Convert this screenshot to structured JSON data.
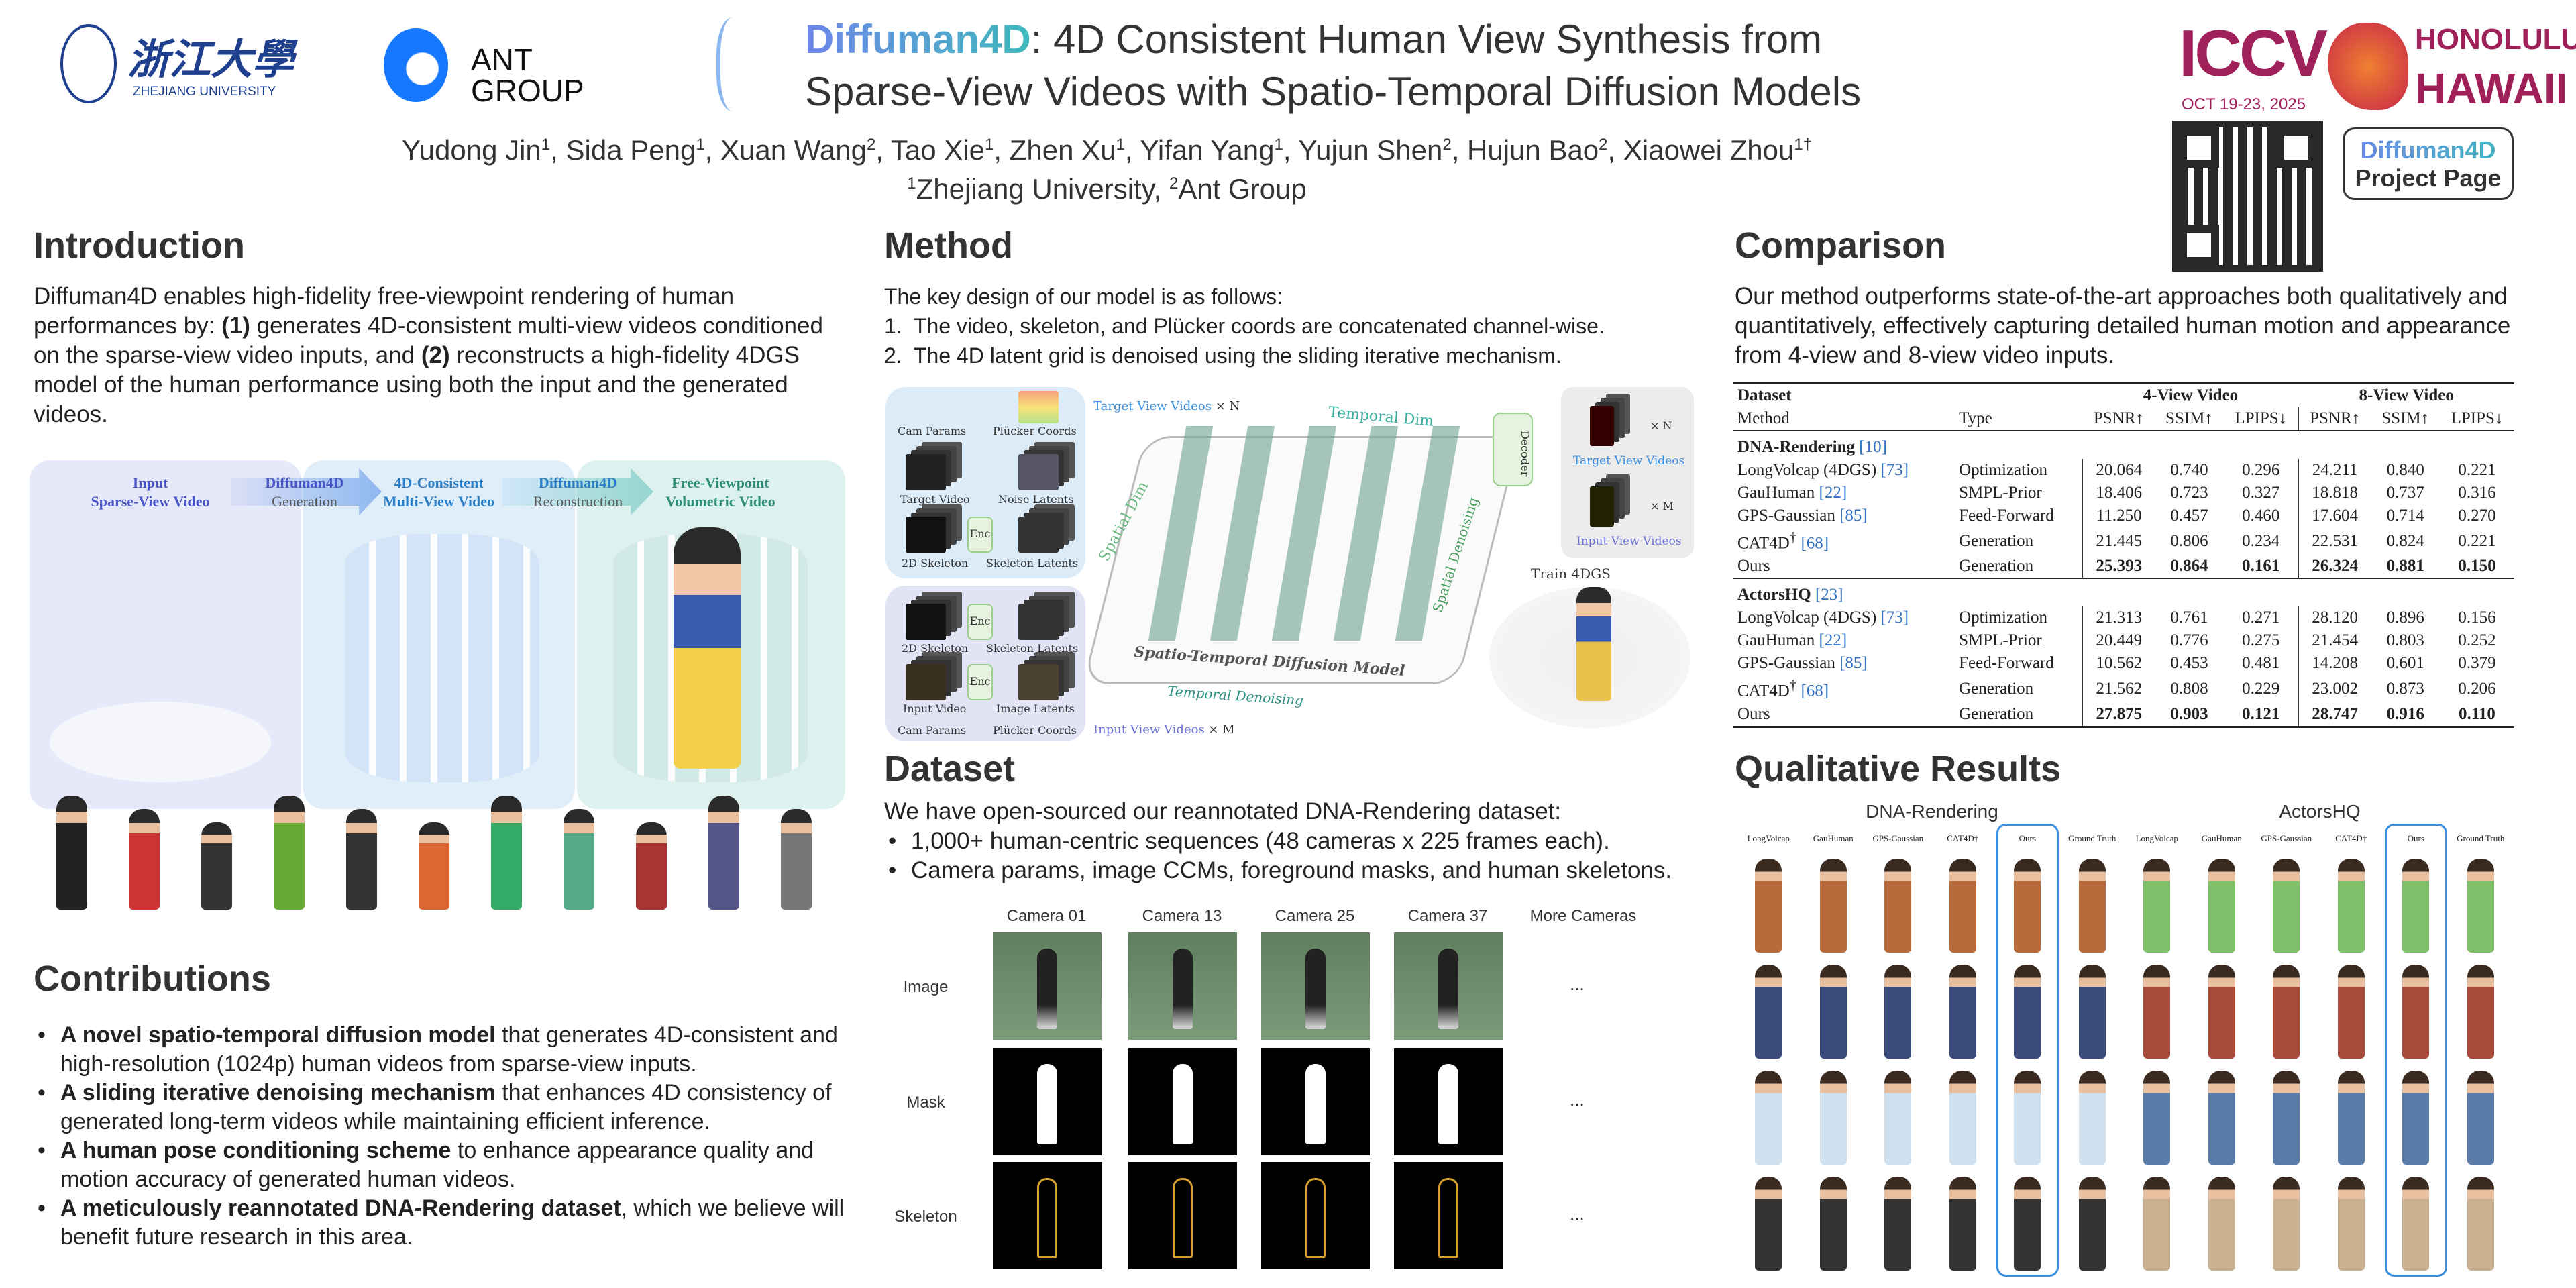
{
  "header": {
    "zju_cn": "浙江大學",
    "zju_en": "ZHEJIANG UNIVERSITY",
    "ant_group": "ANT GROUP",
    "title_brand": "Diffuman4D",
    "title_line1_rest": ": 4D Consistent Human View Synthesis from",
    "title_line2": "Sparse-View Videos with Spatio-Temporal Diffusion Models",
    "authors": [
      {
        "name": "Yudong Jin",
        "sup": "1"
      },
      {
        "name": "Sida Peng",
        "sup": "1"
      },
      {
        "name": "Xuan Wang",
        "sup": "2"
      },
      {
        "name": "Tao Xie",
        "sup": "1"
      },
      {
        "name": "Zhen Xu",
        "sup": "1"
      },
      {
        "name": "Yifan Yang",
        "sup": "1"
      },
      {
        "name": "Yujun Shen",
        "sup": "2"
      },
      {
        "name": "Hujun Bao",
        "sup": "2"
      },
      {
        "name": "Xiaowei Zhou",
        "sup": "1†"
      }
    ],
    "affiliations": [
      {
        "sup": "1",
        "name": "Zhejiang University"
      },
      {
        "sup": "2",
        "name": "Ant Group"
      }
    ],
    "iccv": {
      "name": "ICCV",
      "dates": "OCT 19-23, 2025",
      "city": "HONOLULU",
      "state": "HAWAII"
    },
    "project_page": {
      "brand": "Diffuman4D",
      "label": "Project Page"
    }
  },
  "introduction": {
    "heading": "Introduction",
    "p1": "Diffuman4D enables high-fidelity free-viewpoint rendering of human performances by: ",
    "b1": "(1)",
    "p2": " generates 4D-consistent multi-view videos conditioned on the sparse-view video inputs, and ",
    "b2": "(2)",
    "p3": " reconstructs a high-fidelity 4DGS model of the human performance using both the input and the generated videos.",
    "figure": {
      "stage1": [
        "Input",
        "Sparse-View Video"
      ],
      "arrow1": [
        "Diffuman4D",
        "Generation"
      ],
      "stage2": [
        "4D-Consistent",
        "Multi-View Video"
      ],
      "arrow2": [
        "Diffuman4D",
        "Reconstruction"
      ],
      "stage3": [
        "Free-Viewpoint",
        "Volumetric Video"
      ]
    }
  },
  "contributions": {
    "heading": "Contributions",
    "items": [
      {
        "bold": "A novel spatio-temporal diffusion model",
        "rest": " that generates 4D-consistent and high-resolution (1024p) human videos from sparse-view inputs."
      },
      {
        "bold": "A sliding iterative denoising mechanism",
        "rest": " that enhances 4D consistency of generated long-term videos while maintaining efficient inference."
      },
      {
        "bold": "A human pose conditioning scheme",
        "rest": " to enhance appearance quality and motion accuracy of generated human videos."
      },
      {
        "bold": "A meticulously reannotated DNA-Rendering dataset",
        "rest": ", which we believe will benefit future research in this area."
      }
    ]
  },
  "method": {
    "heading": "Method",
    "intro": "The key design of our model is as follows:",
    "steps": [
      "1.  The video, skeleton, and Plücker coords are concatenated channel-wise.",
      "2.  The 4D latent grid is denoised using the sliding iterative mechanism."
    ],
    "diagram": {
      "cam_params": "Cam Params",
      "plucker": "Plücker Coords",
      "target_video": "Target Video",
      "noise_latents": "Noise Latents",
      "skeleton": "2D Skeleton",
      "skeleton_latents": "Skeleton Latents",
      "input_video": "Input Video",
      "image_latents": "Image Latents",
      "enc": "Enc",
      "target_view_videos": "Target View Videos",
      "input_view_videos": "Input View Videos",
      "times_n": "× N",
      "times_m": "× M",
      "temporal_dim": "Temporal Dim",
      "spatial_dim": "Spatial Dim",
      "decoder": "Decoder",
      "model": "Spatio-Temporal Diffusion Model",
      "temporal_denoising": "Temporal Denoising",
      "spatial_denoising": "Spatial Denoising",
      "train": "Train 4DGS"
    }
  },
  "dataset": {
    "heading": "Dataset",
    "intro": "We have open-sourced our reannotated DNA-Rendering dataset:",
    "bullets": [
      "1,000+ human-centric sequences (48 cameras x 225 frames each).",
      "Camera params, image CCMs, foreground masks, and human skeletons."
    ],
    "columns": [
      "Camera 01",
      "Camera 13",
      "Camera 25",
      "Camera 37",
      "More Cameras"
    ],
    "rows": [
      "Image",
      "Mask",
      "Skeleton"
    ],
    "ellipsis": "..."
  },
  "comparison": {
    "heading": "Comparison",
    "text": "Our method outperforms state-of-the-art approaches both qualitatively and quantitatively, effectively capturing detailed human motion and appearance from 4-view and 8-view video inputs.",
    "table": {
      "h_dataset": "Dataset",
      "h_method": "Method",
      "h_type": "Type",
      "group4": "4-View Video",
      "group8": "8-View Video",
      "metrics": [
        "PSNR↑",
        "SSIM↑",
        "LPIPS↓",
        "PSNR↑",
        "SSIM↑",
        "LPIPS↓"
      ],
      "sections": [
        {
          "name": "DNA-Rendering",
          "ref": "10",
          "rows": [
            {
              "method": "LongVolcap (4DGS)",
              "dagger": "",
              "ref": "73",
              "type": "Optimization",
              "values": [
                "20.064",
                "0.740",
                "0.296",
                "24.211",
                "0.840",
                "0.221"
              ],
              "bold": false
            },
            {
              "method": "GauHuman",
              "dagger": "",
              "ref": "22",
              "type": "SMPL-Prior",
              "values": [
                "18.406",
                "0.723",
                "0.327",
                "18.818",
                "0.737",
                "0.316"
              ],
              "bold": false
            },
            {
              "method": "GPS-Gaussian",
              "dagger": "",
              "ref": "85",
              "type": "Feed-Forward",
              "values": [
                "11.250",
                "0.457",
                "0.460",
                "17.604",
                "0.714",
                "0.270"
              ],
              "bold": false
            },
            {
              "method": "CAT4D",
              "dagger": "†",
              "ref": "68",
              "type": "Generation",
              "values": [
                "21.445",
                "0.806",
                "0.234",
                "22.531",
                "0.824",
                "0.221"
              ],
              "bold": false
            },
            {
              "method": "Ours",
              "dagger": "",
              "ref": "",
              "type": "Generation",
              "values": [
                "25.393",
                "0.864",
                "0.161",
                "26.324",
                "0.881",
                "0.150"
              ],
              "bold": true
            }
          ]
        },
        {
          "name": "ActorsHQ",
          "ref": "23",
          "rows": [
            {
              "method": "LongVolcap (4DGS)",
              "dagger": "",
              "ref": "73",
              "type": "Optimization",
              "values": [
                "21.313",
                "0.761",
                "0.271",
                "28.120",
                "0.896",
                "0.156"
              ],
              "bold": false
            },
            {
              "method": "GauHuman",
              "dagger": "",
              "ref": "22",
              "type": "SMPL-Prior",
              "values": [
                "20.449",
                "0.776",
                "0.275",
                "21.454",
                "0.803",
                "0.252"
              ],
              "bold": false
            },
            {
              "method": "GPS-Gaussian",
              "dagger": "",
              "ref": "85",
              "type": "Feed-Forward",
              "values": [
                "10.562",
                "0.453",
                "0.481",
                "14.208",
                "0.601",
                "0.379"
              ],
              "bold": false
            },
            {
              "method": "CAT4D",
              "dagger": "†",
              "ref": "68",
              "type": "Generation",
              "values": [
                "21.562",
                "0.808",
                "0.229",
                "23.002",
                "0.873",
                "0.206"
              ],
              "bold": false
            },
            {
              "method": "Ours",
              "dagger": "",
              "ref": "",
              "type": "Generation",
              "values": [
                "27.875",
                "0.903",
                "0.121",
                "28.747",
                "0.916",
                "0.110"
              ],
              "bold": true
            }
          ]
        }
      ]
    }
  },
  "qualitative": {
    "heading": "Qualitative Results",
    "groups": [
      "DNA-Rendering",
      "ActorsHQ"
    ],
    "columns": [
      "LongVolcap",
      "GauHuman",
      "GPS-Gaussian",
      "CAT4D†",
      "Ours",
      "Ground Truth",
      "LongVolcap",
      "GauHuman",
      "GPS-Gaussian",
      "CAT4D†",
      "Ours",
      "Ground Truth"
    ],
    "highlight_color": "#3a8fe0"
  },
  "colors": {
    "accent": "#3a8fe0",
    "brand_start": "#6d86e8",
    "brand_end": "#3fb9bd",
    "iccv": "#a0205a"
  }
}
